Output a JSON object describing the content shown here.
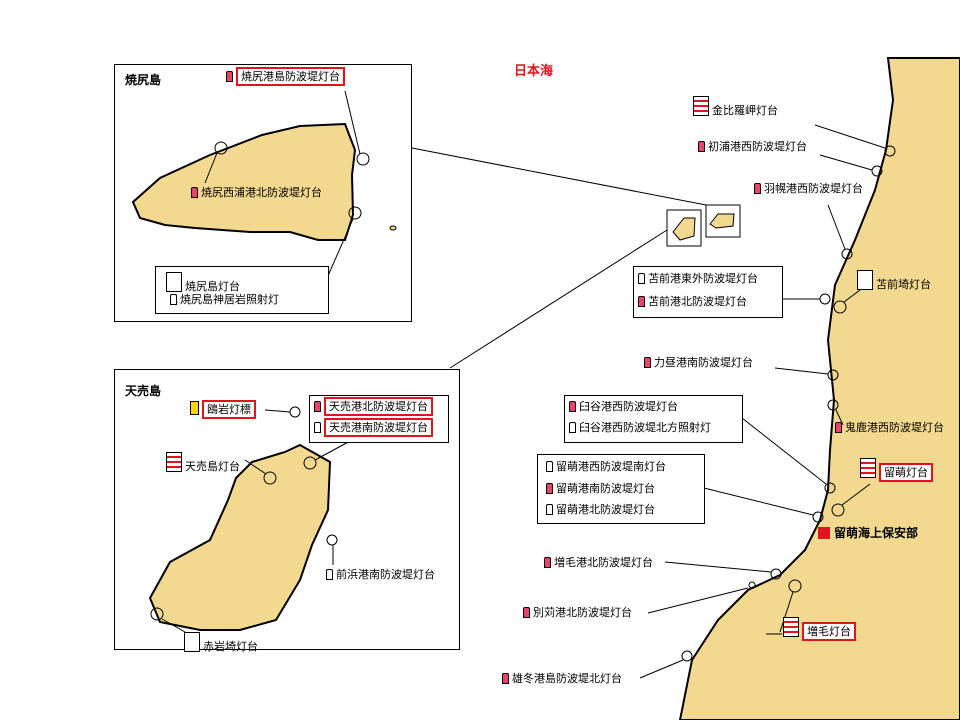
{
  "sea_label": "日本海",
  "colors": {
    "land": "#f3d98f",
    "highlight": "#e0141e"
  },
  "insets": {
    "yagishiri": {
      "title": "焼尻島",
      "labels": [
        "焼尻港島防波堤灯台",
        "焼尻西浦港北防波堤灯台"
      ],
      "box": [
        "焼尻島灯台",
        "焼尻島神居岩照射灯"
      ]
    },
    "teuri": {
      "title": "天売島",
      "labels": [
        "鴎岩灯標",
        "天売島灯台",
        "前浜港南防波堤灯台",
        "赤岩埼灯台"
      ],
      "box": [
        "天売港北防波堤灯台",
        "天売港南防波堤灯台"
      ]
    }
  },
  "main_labels": [
    "金比羅岬灯台",
    "初浦港西防波堤灯台",
    "羽幌港西防波堤灯台",
    "苫前埼灯台",
    "力昼港南防波堤灯台",
    "鬼鹿港西防波堤灯台",
    "留萌灯台",
    "増毛港北防波堤灯台",
    "別苅港北防波堤灯台",
    "増毛灯台",
    "雄冬港島防波堤北灯台"
  ],
  "boxes": {
    "tomamae": [
      "苫前港東外防波堤灯台",
      "苫前港北防波堤灯台"
    ],
    "usuya": [
      "臼谷港西防波堤灯台",
      "臼谷港西防波堤北方照射灯"
    ],
    "rumoi": [
      "留萌港西防波堤南灯台",
      "留萌港南防波堤灯台",
      "留萌港北防波堤灯台"
    ]
  },
  "hq": "留萌海上保安部"
}
